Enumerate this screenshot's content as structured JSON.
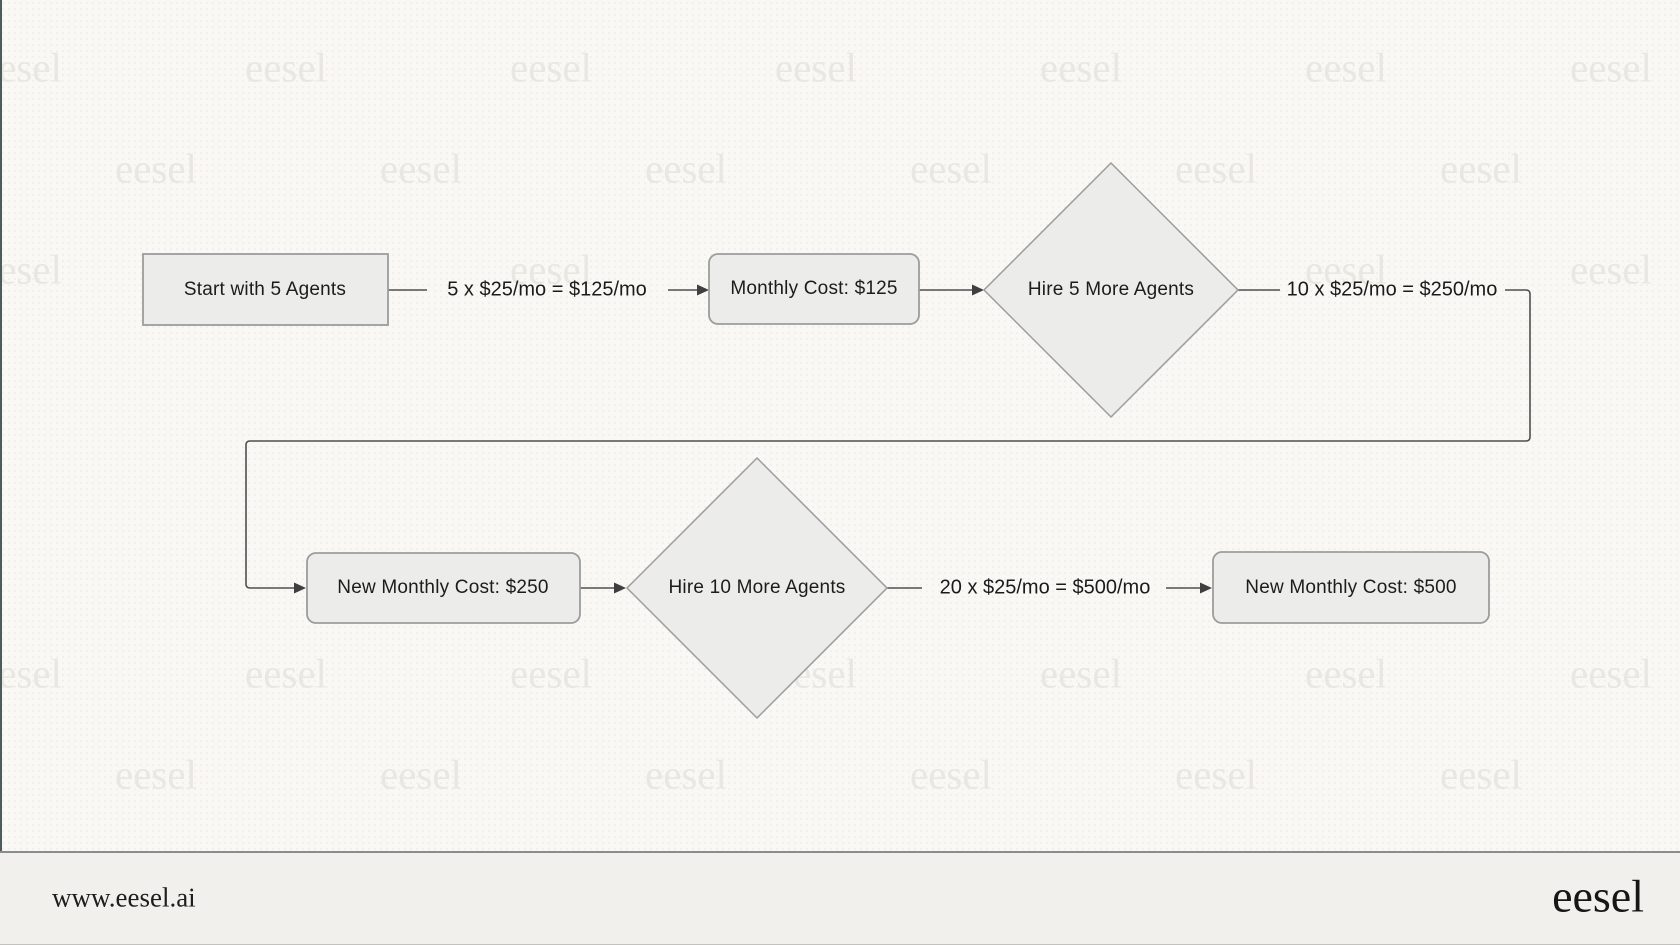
{
  "flowchart": {
    "nodes": [
      {
        "id": "start",
        "shape": "rectangle",
        "label": "Start with 5 Agents"
      },
      {
        "id": "monthly-cost-125",
        "shape": "rounded",
        "label": "Monthly Cost: $125"
      },
      {
        "id": "hire-5-more-agents",
        "shape": "diamond",
        "label": "Hire 5 More Agents"
      },
      {
        "id": "new-monthly-cost-250",
        "shape": "rounded",
        "label": "New Monthly Cost: $250"
      },
      {
        "id": "hire-10-more-agents",
        "shape": "diamond",
        "label": "Hire 10 More Agents"
      },
      {
        "id": "new-monthly-cost-500",
        "shape": "rounded",
        "label": "New Monthly Cost: $500"
      }
    ],
    "edges": [
      {
        "from": "start",
        "to": "monthly-cost-125",
        "label": "5 x $25/mo = $125/mo"
      },
      {
        "from": "monthly-cost-125",
        "to": "hire-5-more-agents",
        "label": ""
      },
      {
        "from": "hire-5-more-agents",
        "to": "new-monthly-cost-250",
        "label": "10 x $25/mo = $250/mo"
      },
      {
        "from": "new-monthly-cost-250",
        "to": "hire-10-more-agents",
        "label": ""
      },
      {
        "from": "hire-10-more-agents",
        "to": "new-monthly-cost-500",
        "label": "20 x $25/mo = $500/mo"
      }
    ]
  },
  "watermark": {
    "text": "eesel"
  },
  "footer": {
    "website": "www.eesel.ai",
    "logo": "eesel"
  },
  "colors": {
    "background": "#f9f8f5",
    "node_fill": "#ececeb",
    "node_border": "#9c9c9c",
    "edge_line": "#4f4f4f",
    "arrowhead": "#3f3f3f",
    "text": "#1c1c1c",
    "watermark": "#e9e7e2",
    "footer_background": "#f1f0ed",
    "footer_divider": "#8c8c8c"
  }
}
